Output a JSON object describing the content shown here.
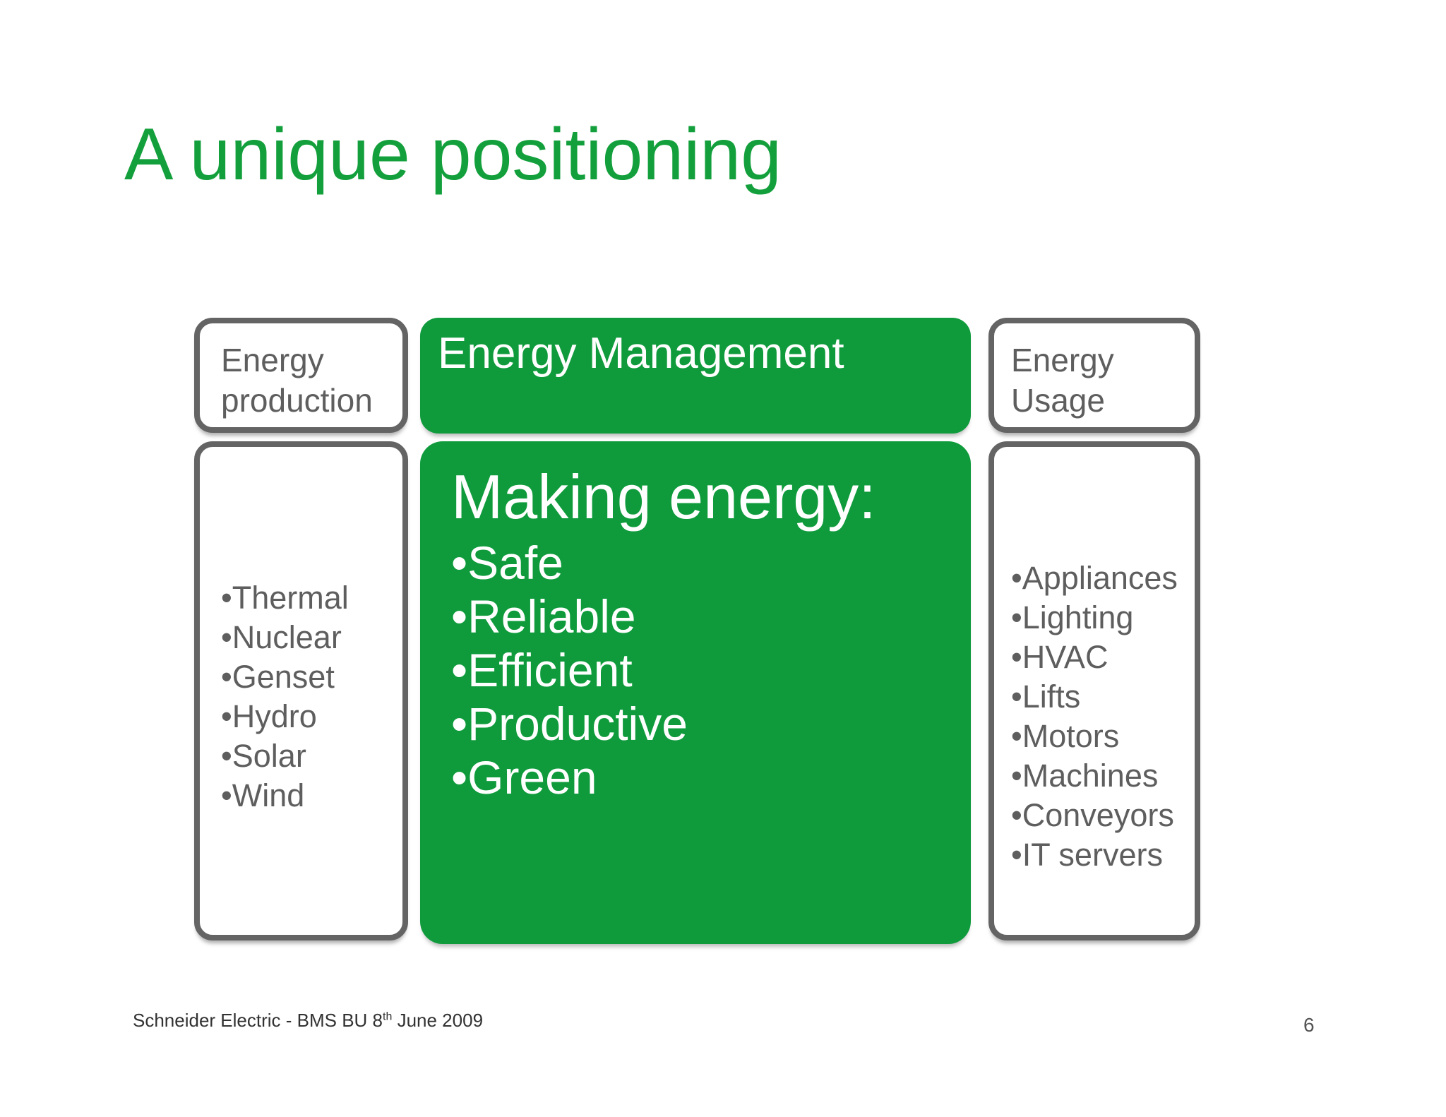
{
  "slide": {
    "title": "A unique positioning",
    "columns": {
      "production": {
        "header": "Energy production",
        "items": [
          "Thermal",
          "Nuclear",
          "Genset",
          "Hydro",
          "Solar",
          "Wind"
        ]
      },
      "management": {
        "header": "Energy Management",
        "body_title": "Making energy:",
        "items": [
          "Safe",
          "Reliable",
          "Efficient",
          "Productive",
          "Green"
        ]
      },
      "usage": {
        "header": "Energy Usage",
        "items": [
          "Appliances",
          "Lighting",
          "HVAC",
          "Lifts",
          "Motors",
          "Machines",
          "Conveyors",
          "IT servers"
        ]
      }
    },
    "footer": {
      "left_prefix": "Schneider Electric - BMS BU 8",
      "superscript": "th",
      "left_suffix": " June 2009",
      "page": "6"
    },
    "colors": {
      "green": "#0f9b3c",
      "title_green": "#13a03c",
      "border_gray": "#646464",
      "text_gray": "#5e5e5e",
      "footer_dark": "#323232",
      "page_gray": "#545454"
    },
    "bullet_char": "•"
  }
}
